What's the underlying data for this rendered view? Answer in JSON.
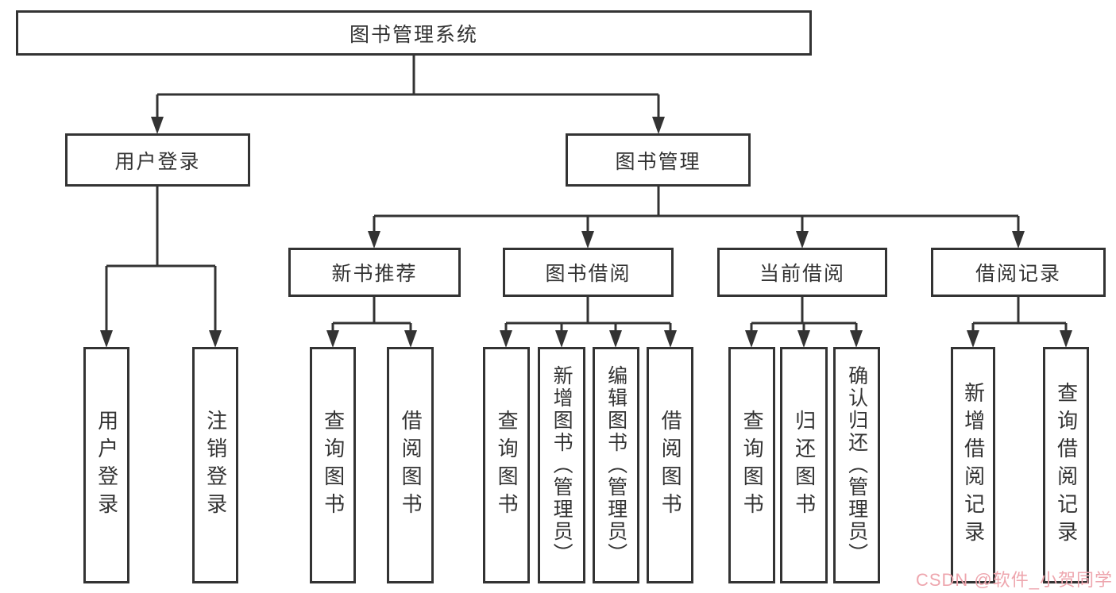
{
  "tree": {
    "root": {
      "label": "图书管理系统",
      "children": [
        {
          "label": "用户登录",
          "children": [
            {
              "label": "用户登录"
            },
            {
              "label": "注销登录"
            }
          ]
        },
        {
          "label": "图书管理",
          "children": [
            {
              "label": "新书推荐",
              "children": [
                {
                  "label": "查询图书"
                },
                {
                  "label": "借阅图书"
                }
              ]
            },
            {
              "label": "图书借阅",
              "children": [
                {
                  "label": "查询图书"
                },
                {
                  "label": "新增图书（管理员）"
                },
                {
                  "label": "编辑图书（管理员）"
                },
                {
                  "label": "借阅图书"
                }
              ]
            },
            {
              "label": "当前借阅",
              "children": [
                {
                  "label": "查询图书"
                },
                {
                  "label": "归还图书"
                },
                {
                  "label": "确认归还（管理员）"
                }
              ]
            },
            {
              "label": "借阅记录",
              "children": [
                {
                  "label": "新增借阅记录"
                },
                {
                  "label": "查询借阅记录"
                }
              ]
            }
          ]
        }
      ]
    }
  },
  "watermark": {
    "text": "CSDN @软件_小贺同学"
  },
  "colors": {
    "line": "#333333",
    "border": "#333333",
    "text": "#333333",
    "background": "#ffffff",
    "watermark": "#eea6ae"
  }
}
